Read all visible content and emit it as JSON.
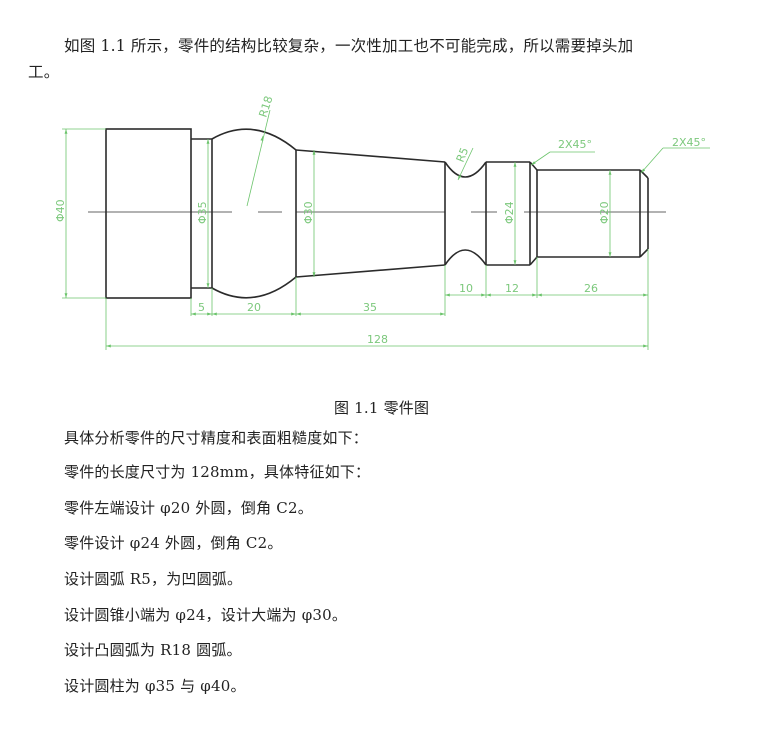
{
  "paragraph": {
    "intro_line1": "如图 1.1 所示，零件的结构比较复杂，一次性加工也不可能完成，所以需要掉头加",
    "intro_line2": "工。"
  },
  "figure": {
    "caption": "图 1.1  零件图",
    "stroke_color": "#2b2b2b",
    "dimension_color": "#6cc46c",
    "dimensions": {
      "dia_40": "Φ40",
      "dia_35": "Φ35",
      "dia_30": "Φ30",
      "dia_24": "Φ24",
      "dia_20": "Φ20",
      "radius_18": "R18",
      "radius_5": "R5",
      "chamfer_left": "2X45°",
      "chamfer_right": "2X45°",
      "len_5": "5",
      "len_20": "20",
      "len_35": "35",
      "len_10": "10",
      "len_12": "12",
      "len_26": "26",
      "len_total": "128"
    }
  },
  "body_lines": [
    "具体分析零件的尺寸精度和表面粗糙度如下：",
    "零件的长度尺寸为 128mm，具体特征如下：",
    "零件左端设计 φ20 外圆，倒角 C2。",
    "零件设计 φ24 外圆，倒角 C2。",
    "设计圆弧 R5，为凹圆弧。",
    "设计圆锥小端为 φ24，设计大端为 φ30。",
    "设计凸圆弧为 R18 圆弧。",
    "设计圆柱为 φ35 与 φ40。"
  ]
}
